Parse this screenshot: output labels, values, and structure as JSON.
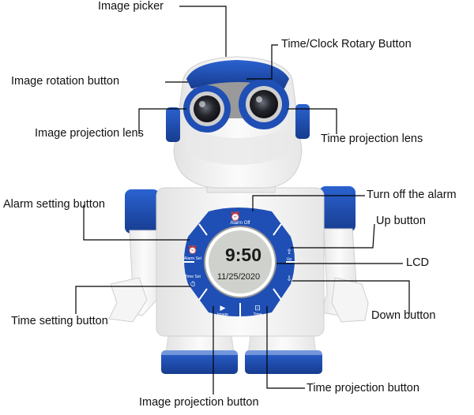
{
  "labels": {
    "image_picker": "Image picker",
    "time_clock_rotary": "Time/Clock Rotary Button",
    "image_rotation": "Image rotation button",
    "image_projection_lens": "Image projection lens",
    "time_projection_lens": "Time projection lens",
    "alarm_setting": "Alarm setting button",
    "turn_off_alarm": "Turn off the alarm",
    "up_button": "Up button",
    "lcd": "LCD",
    "time_setting": "Time setting button",
    "down_button": "Down button",
    "image_projection_button": "Image projection button",
    "time_projection_button": "Time projection button"
  },
  "device": {
    "lcd_time": "9:50",
    "lcd_date": "11/25/2020",
    "key_alarm_off": "Alarm Off",
    "key_alarm_set": "Alarm Set",
    "key_time_set": "Time Set",
    "key_image": "Image",
    "key_time": "Time",
    "key_up": "Up"
  },
  "colors": {
    "blue": "#1f4fb5",
    "dark_blue": "#163c8f",
    "white_body": "#f2f2f2",
    "lens_gray": "#b8b8b8",
    "lcd_bg": "#cfd2cc",
    "line": "#000000"
  }
}
